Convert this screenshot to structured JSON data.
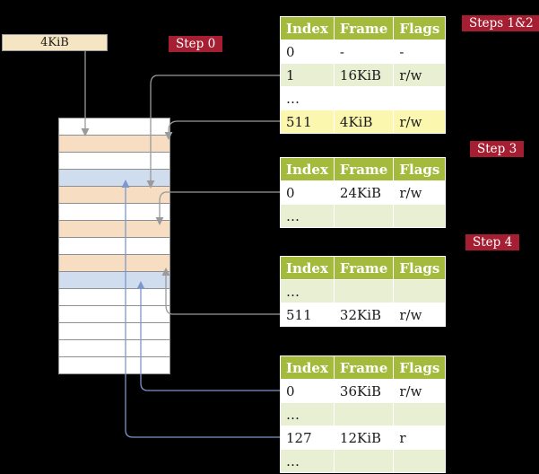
{
  "frame_box": {
    "label": "4KiB"
  },
  "badges": [
    {
      "id": "step0",
      "label": "Step 0"
    },
    {
      "id": "steps12",
      "label": "Steps 1&2"
    },
    {
      "id": "step3",
      "label": "Step 3"
    },
    {
      "id": "step4",
      "label": "Step 4"
    }
  ],
  "tables": [
    {
      "headers": [
        "Index",
        "Frame",
        "Flags"
      ],
      "rows": [
        {
          "cells": [
            "0",
            "-",
            "-"
          ]
        },
        {
          "cells": [
            "1",
            "16KiB",
            "r/w"
          ]
        },
        {
          "cells": [
            "…",
            "",
            ""
          ]
        },
        {
          "cells": [
            "511",
            "4KiB",
            "r/w"
          ],
          "highlight": "yellow"
        }
      ]
    },
    {
      "headers": [
        "Index",
        "Frame",
        "Flags"
      ],
      "rows": [
        {
          "cells": [
            "0",
            "24KiB",
            "r/w"
          ]
        },
        {
          "cells": [
            "…",
            "",
            ""
          ]
        }
      ]
    },
    {
      "headers": [
        "Index",
        "Frame",
        "Flags"
      ],
      "rows": [
        {
          "cells": [
            "…",
            "",
            ""
          ]
        },
        {
          "cells": [
            "511",
            "32KiB",
            "r/w"
          ]
        }
      ]
    },
    {
      "headers": [
        "Index",
        "Frame",
        "Flags"
      ],
      "rows": [
        {
          "cells": [
            "0",
            "36KiB",
            "r/w"
          ]
        },
        {
          "cells": [
            "…",
            "",
            ""
          ]
        },
        {
          "cells": [
            "127",
            "12KiB",
            "r"
          ]
        },
        {
          "cells": [
            "…",
            "",
            ""
          ]
        }
      ]
    }
  ],
  "memory_column": {
    "rows": [
      "white",
      "peach",
      "white",
      "blue",
      "peach",
      "white",
      "peach",
      "white",
      "peach",
      "blue",
      "white",
      "white",
      "white",
      "white",
      "white"
    ]
  },
  "arrows": [
    {
      "color": "gray",
      "from": "4KiB box",
      "to": "memory frame 4KiB"
    },
    {
      "color": "gray",
      "from": "table1 entry 1 (16KiB)",
      "to": "memory frame 16KiB"
    },
    {
      "color": "gray",
      "from": "table1 entry 511 (4KiB)",
      "to": "memory frame 4KiB"
    },
    {
      "color": "gray",
      "from": "table2 entry 0 (24KiB)",
      "to": "memory frame 24KiB"
    },
    {
      "color": "gray",
      "from": "table3 entry 511 (32KiB)",
      "to": "memory frame 32KiB"
    },
    {
      "color": "blue",
      "from": "table4 entry 0 (36KiB)",
      "to": "memory frame 36KiB"
    },
    {
      "color": "blue",
      "from": "table4 entry 127 (12KiB)",
      "to": "memory frame 12KiB"
    }
  ],
  "colors": {
    "background": "#000000",
    "badge_red": "#a51e32",
    "table_header_green": "#a4ba3c",
    "table_row_green": "#e9efd3",
    "table_row_yellow": "#fbf7ae",
    "memory_peach": "#f7dec2",
    "memory_blue": "#cfddee",
    "memory_white": "#ffffff",
    "arrow_gray": "#9a9a9a",
    "arrow_blue": "#7b97cb",
    "frame_box_beige": "#f6e5c3"
  }
}
